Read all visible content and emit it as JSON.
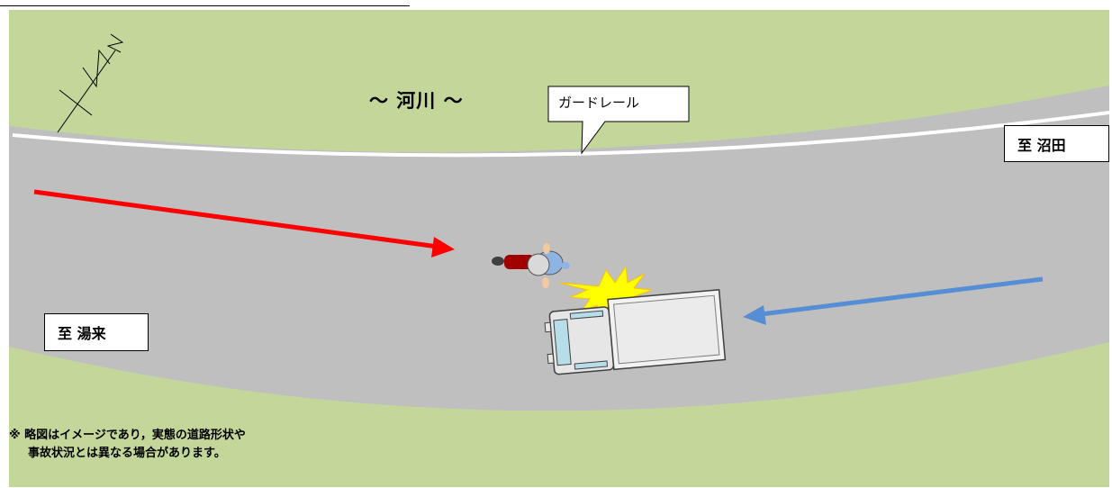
{
  "labels": {
    "river": "～ 河川 ～",
    "guardrail": "ガードレール",
    "to_numata": "至 沼田",
    "to_yunokuru": "至 湯来"
  },
  "disclaimer": {
    "line1": "※ 略図はイメージであり，実態の道路形状や",
    "line2": "事故状況とは異なる場合があります。"
  },
  "colors": {
    "grass": "#c4d79b",
    "road": "#bfbfbf",
    "red_arrow": "#ff0000",
    "blue_arrow": "#558ed5",
    "collision": "#ffff00"
  },
  "icons": {
    "north": "north-arrow-icon",
    "motorcycle": "motorcycle-rider-icon",
    "truck": "truck-icon",
    "collision": "collision-burst-icon"
  }
}
